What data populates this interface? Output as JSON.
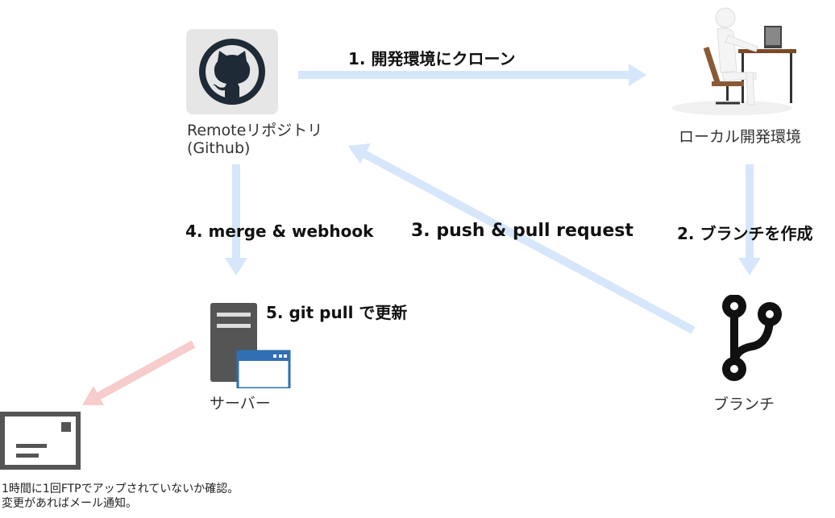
{
  "nodes": {
    "remote": {
      "line1": "Remoteリポジトリ",
      "line2": "(Github)",
      "icon": "github-icon"
    },
    "local": {
      "label": "ローカル開発環境",
      "icon": "person-at-desk-icon"
    },
    "branch": {
      "label": "ブランチ",
      "icon": "git-branch-icon"
    },
    "server": {
      "label": "サーバー",
      "icon": "server-icon"
    },
    "mail": {
      "line1": "1時間に1回FTPでアップされていないか確認。",
      "line2": "変更があればメール通知。",
      "icon": "envelope-icon"
    }
  },
  "edges": {
    "clone": "1. 開発環境にクローン",
    "branch": "2. ブランチを作成",
    "push": "3. push & pull request",
    "merge": "4. merge & webhook",
    "pull": "5. git pull で更新"
  },
  "colors": {
    "arrow_blue": "#d6e6fb",
    "arrow_red": "#f7cccc",
    "icon_dark": "#1e2a36"
  }
}
